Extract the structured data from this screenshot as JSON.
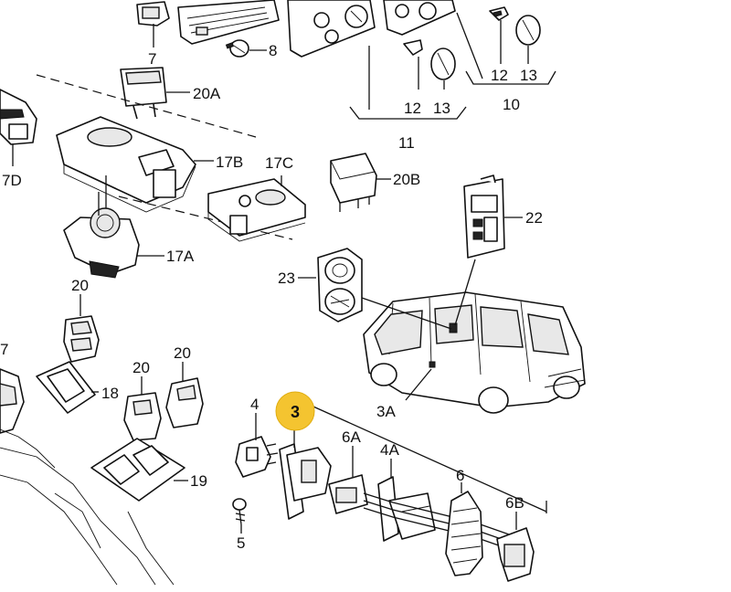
{
  "labels": {
    "l7_top": "7",
    "l8": "8",
    "l12_right": "12",
    "l13_right": "13",
    "l10": "10",
    "l12_mid": "12",
    "l13_mid": "13",
    "l11": "11",
    "l20A": "20A",
    "l17B": "17B",
    "l17C": "17C",
    "l20B": "20B",
    "l7D": "7D",
    "l17A": "17A",
    "l22": "22",
    "l23": "23",
    "l20_left": "20",
    "l7_left": "7",
    "l18": "18",
    "l20_mid": "20",
    "l20_right": "20",
    "l19": "19",
    "l3A": "3A",
    "l4": "4",
    "l3_highlight": "3",
    "l6A": "6A",
    "l4A": "4A",
    "l6": "6",
    "l6B": "6B",
    "l5": "5"
  },
  "colors": {
    "highlight": "#f4c430",
    "line": "#111111",
    "background": "#ffffff"
  }
}
